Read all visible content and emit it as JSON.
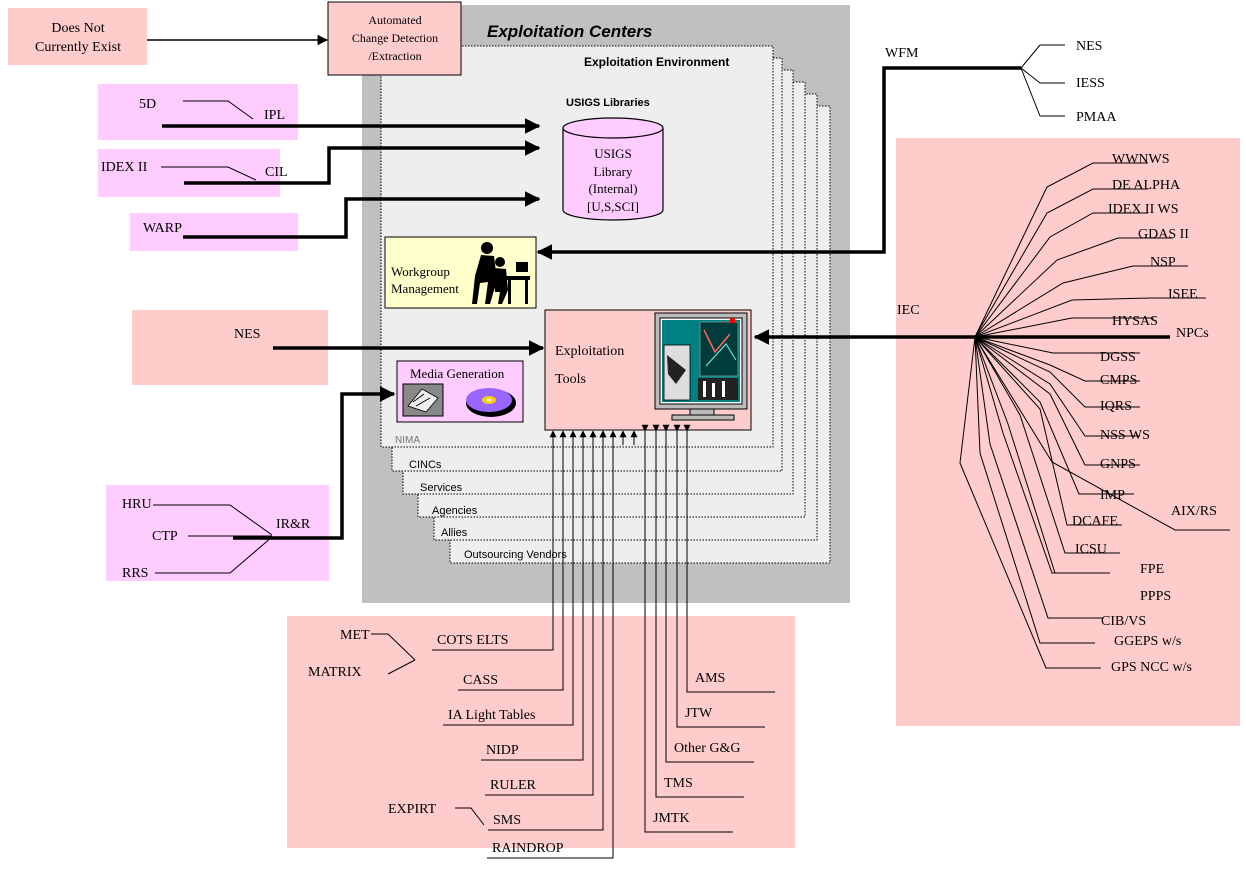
{
  "colors": {
    "pink": "#ffcccc",
    "magenta": "#ffccff",
    "yellow": "#ffffcc",
    "gray": "#c0c0c0",
    "env": "#eeeeee"
  },
  "center": {
    "title": "Exploitation Centers",
    "environment": "Exploitation Environment",
    "libraries": "USIGS Libraries",
    "library_lines": [
      "USIGS",
      "Library",
      "(Internal)",
      "[U,S,SCI]"
    ],
    "workgroup_lines": [
      "Workgroup",
      "Management"
    ],
    "tools_lines": [
      "Exploitation",
      "Tools"
    ],
    "media": "Media Generation",
    "layers": [
      "NIMA",
      "CINCs",
      "Services",
      "Agencies",
      "Allies",
      "Outsourcing Vendors"
    ]
  },
  "top": {
    "does_not_exist": [
      "Does Not",
      "Currently Exist"
    ],
    "acd": [
      "Automated",
      "Change Detection",
      "/Extraction"
    ]
  },
  "left": {
    "ipl_group": {
      "source": "5D",
      "target": "IPL"
    },
    "cil_group": {
      "source": "IDEX II",
      "target": "CIL"
    },
    "warp": "WARP",
    "nes": "NES",
    "irr_group": {
      "sources": [
        "HRU",
        "CTP",
        "RRS"
      ],
      "target": "IR&R"
    }
  },
  "wfm": {
    "label": "WFM",
    "items": [
      "NES",
      "IESS",
      "PMAA"
    ]
  },
  "iec": {
    "label": "IEC",
    "items": [
      "WWNWS",
      "DE ALPHA",
      "IDEX II WS",
      "GDAS II",
      "NSP",
      "ISEE",
      "HYSAS",
      "NPCs",
      "DGSS",
      "CMPS",
      "IQRS",
      "NSS WS",
      "GNPS",
      "IMP",
      "DCAFE",
      "AIX/RS",
      "ICSU",
      "FPE",
      "PPPS",
      "CIB/VS",
      "GGEPS w/s",
      "GPS NCC w/s"
    ]
  },
  "bottom": {
    "left_items": [
      "COTS ELTS",
      "CASS",
      "IA Light Tables",
      "NIDP",
      "RULER",
      "SMS",
      "RAINDROP"
    ],
    "cots_sources": [
      "MET",
      "MATRIX"
    ],
    "expirt": "EXPIRT",
    "right_items": [
      "AMS",
      "JTW",
      "Other G&G",
      "TMS",
      "JMTK"
    ]
  }
}
